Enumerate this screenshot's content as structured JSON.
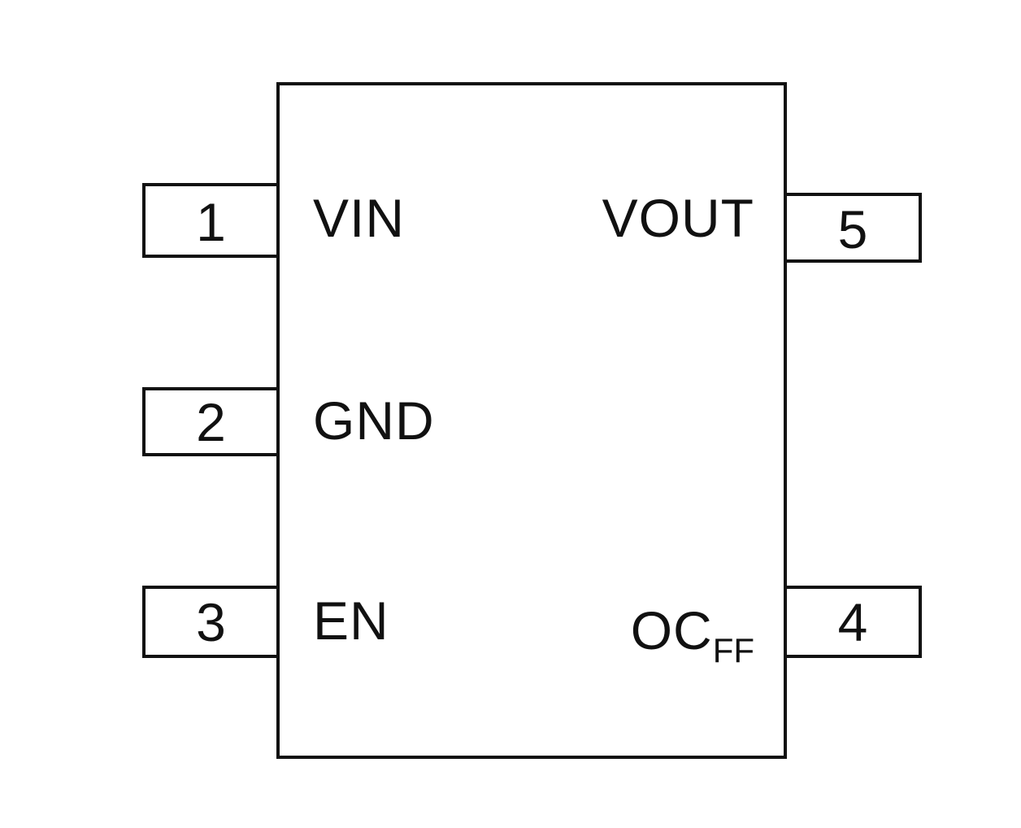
{
  "package": {
    "pins": {
      "pin1": {
        "number": "1",
        "name": "VIN"
      },
      "pin2": {
        "number": "2",
        "name": "GND"
      },
      "pin3": {
        "number": "3",
        "name": "EN"
      },
      "pin4": {
        "number": "4",
        "name": "OC",
        "name_subscript": "FF"
      },
      "pin5": {
        "number": "5",
        "name": "VOUT"
      }
    }
  }
}
